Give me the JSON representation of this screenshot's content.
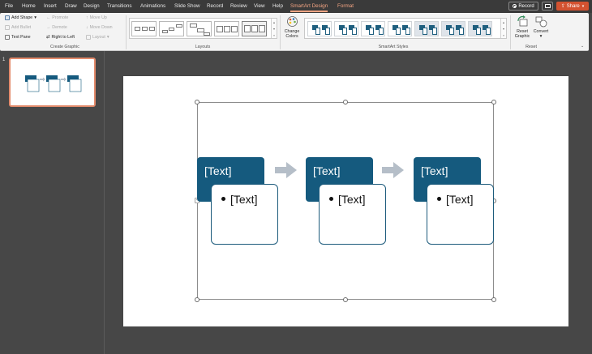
{
  "menu": {
    "tabs": [
      "File",
      "Home",
      "Insert",
      "Draw",
      "Design",
      "Transitions",
      "Animations",
      "Slide Show",
      "Record",
      "Review",
      "View",
      "Help",
      "SmartArt Design",
      "Format"
    ],
    "record_label": "Record",
    "share_label": "Share"
  },
  "ribbon": {
    "create_graphic": {
      "add_shape": "Add Shape",
      "add_bullet": "Add Bullet",
      "text_pane": "Text Pane",
      "promote": "Promote",
      "demote": "Demote",
      "right_to_left": "Right to Left",
      "move_up": "Move Up",
      "move_down": "Move Down",
      "layout": "Layout",
      "group_label": "Create Graphic"
    },
    "layouts": {
      "group_label": "Layouts"
    },
    "styles": {
      "change_colors": "Change Colors",
      "group_label": "SmartArt Styles"
    },
    "reset": {
      "reset_graphic": "Reset Graphic",
      "convert": "Convert",
      "group_label": "Reset"
    }
  },
  "thumbnail": {
    "slide_number": "1"
  },
  "smartart": {
    "items": [
      {
        "header": "[Text]",
        "bullet": "[Text]"
      },
      {
        "header": "[Text]",
        "bullet": "[Text]"
      },
      {
        "header": "[Text]",
        "bullet": "[Text]"
      }
    ]
  },
  "colors": {
    "accent": "#155a7e",
    "arrow": "#b5bec8",
    "share": "#d35230",
    "active_tab": "#f3a483"
  }
}
